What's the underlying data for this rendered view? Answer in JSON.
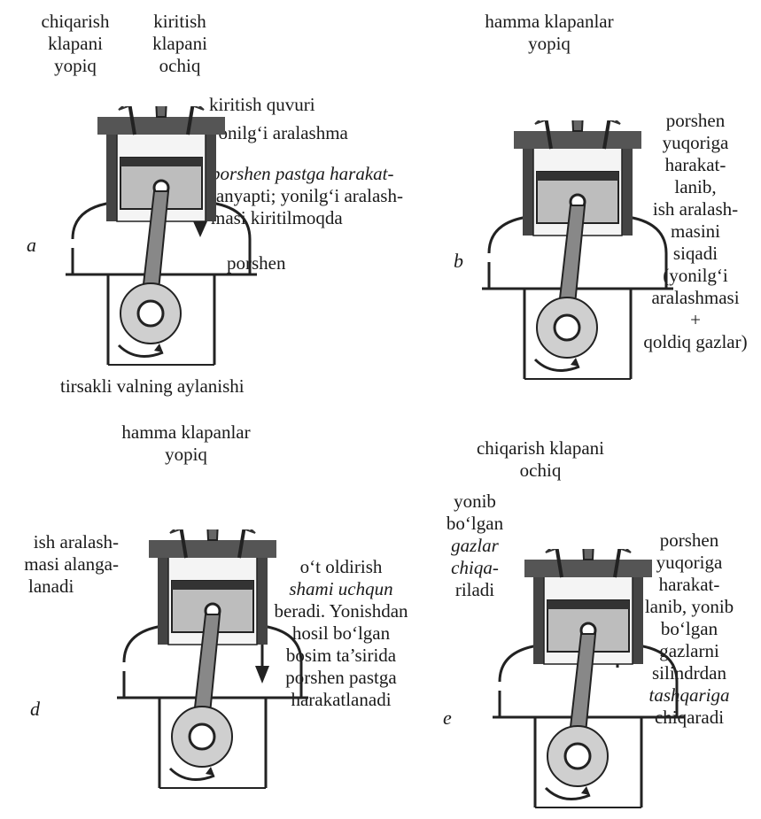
{
  "panel_a": {
    "letter": "a",
    "exhaust_label": [
      "chiqarish",
      "klapani",
      "yopiq"
    ],
    "intake_label": [
      "kiritish",
      "klapani",
      "ochiq"
    ],
    "intake_pipe": "kiritish quvuri",
    "fuel_mixture": "yonilg‘i aralashma",
    "motion_lines": [
      {
        "text": "porshen pastga harakat-",
        "italic": true
      },
      {
        "text": "lanyapti; yonilg‘i aralash-",
        "italic": false
      },
      {
        "text": "masi kiritilmoqda",
        "italic": false
      }
    ],
    "piston": "porshen",
    "crankshaft": "tirsakli valning aylanishi"
  },
  "panel_b": {
    "letter": "b",
    "valves": [
      "hamma klapanlar",
      "yopiq"
    ],
    "description": [
      "porshen",
      "yuqoriga",
      "harakat-",
      "lanib,",
      "ish aralash-",
      "masini",
      "siqadi",
      "(yonilg‘i",
      "aralashmasi",
      "+",
      "qoldiq gazlar)"
    ]
  },
  "panel_d": {
    "letter": "d",
    "valves": [
      "hamma klapanlar",
      "yopiq"
    ],
    "ignition_label": [
      "ish aralash-",
      "masi alanga-",
      "lanadi"
    ],
    "description": [
      {
        "text": "o‘t oldirish",
        "italic": false
      },
      {
        "text": "shami uchqun",
        "italic": true
      },
      {
        "text": "beradi. Yonishdan",
        "italic": false
      },
      {
        "text": "hosil bo‘lgan",
        "italic": false
      },
      {
        "text": "bosim ta’sirida",
        "italic": false
      },
      {
        "text": "porshen pastga",
        "italic": false
      },
      {
        "text": "harakatlanadi",
        "italic": false
      }
    ]
  },
  "panel_e": {
    "letter": "e",
    "valves": [
      "chiqarish klapani",
      "ochiq"
    ],
    "gases_label": [
      "yonib",
      "bo‘lgan",
      "gazlar",
      "chiqa-",
      "riladi"
    ],
    "description": [
      {
        "text": "porshen",
        "italic": false
      },
      {
        "text": "yuqoriga",
        "italic": false
      },
      {
        "text": "harakat-",
        "italic": false
      },
      {
        "text": "lanib, yonib",
        "italic": false
      },
      {
        "text": "bo‘lgan",
        "italic": false
      },
      {
        "text": "gazlarni",
        "italic": false
      },
      {
        "text": "silindrdan",
        "italic": false
      },
      {
        "text": "tashqariga",
        "italic": true
      },
      {
        "text": "chiqaradi",
        "italic": false
      }
    ]
  }
}
